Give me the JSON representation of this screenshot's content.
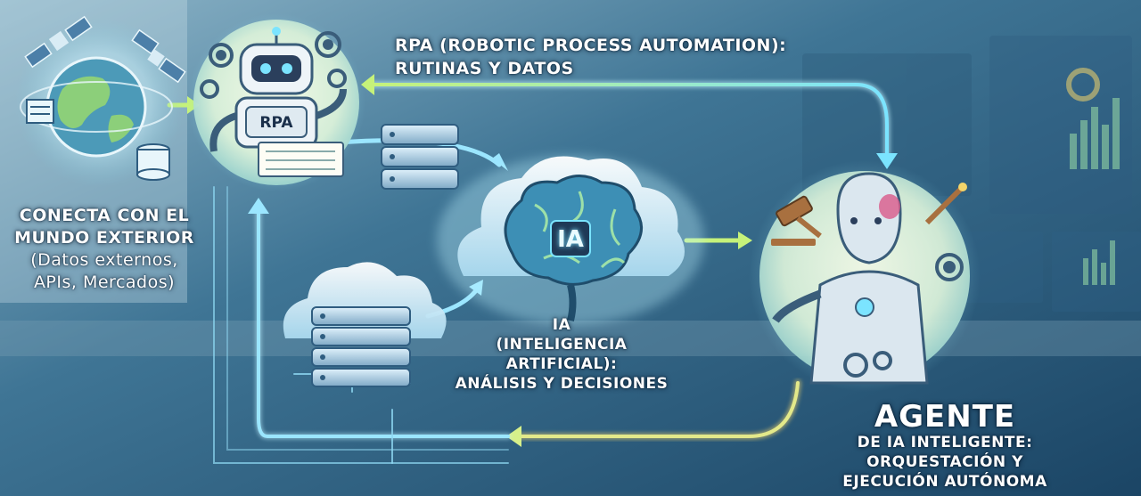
{
  "labels": {
    "rpa_title_line1": "RPA (ROBOTIC PROCESS AUTOMATION):",
    "rpa_title_line2": "RUTINAS Y DATOS",
    "external_line1": "CONECTA CON EL",
    "external_line2": "MUNDO EXTERIOR",
    "external_line3": "(Datos externos,",
    "external_line4": "APIs, Mercados)",
    "ia_line1": "IA",
    "ia_line2": "(INTELIGENCIA",
    "ia_line3": "ARTIFICIAL):",
    "ia_line4": "ANÁLISIS Y DECISIONES",
    "agent_title": "AGENTE",
    "agent_line1": "DE IA INTELIGENTE:",
    "agent_line2": "ORQUESTACIÓN Y",
    "agent_line3": "EJECUCIÓN AUTÓNOMA",
    "rpa_badge": "RPA",
    "ia_chip": "IA"
  },
  "colors": {
    "accent_cyan": "#7be4ff",
    "accent_green": "#c6f27a",
    "accent_yellow": "#f3d46a",
    "background": "#1d4a6b"
  },
  "icons": [
    "globe-icon",
    "satellite-icon",
    "database-icon",
    "robot-icon",
    "gear-icon",
    "server-icon",
    "cloud-icon",
    "brain-icon",
    "gavel-icon",
    "humanoid-robot-icon"
  ]
}
